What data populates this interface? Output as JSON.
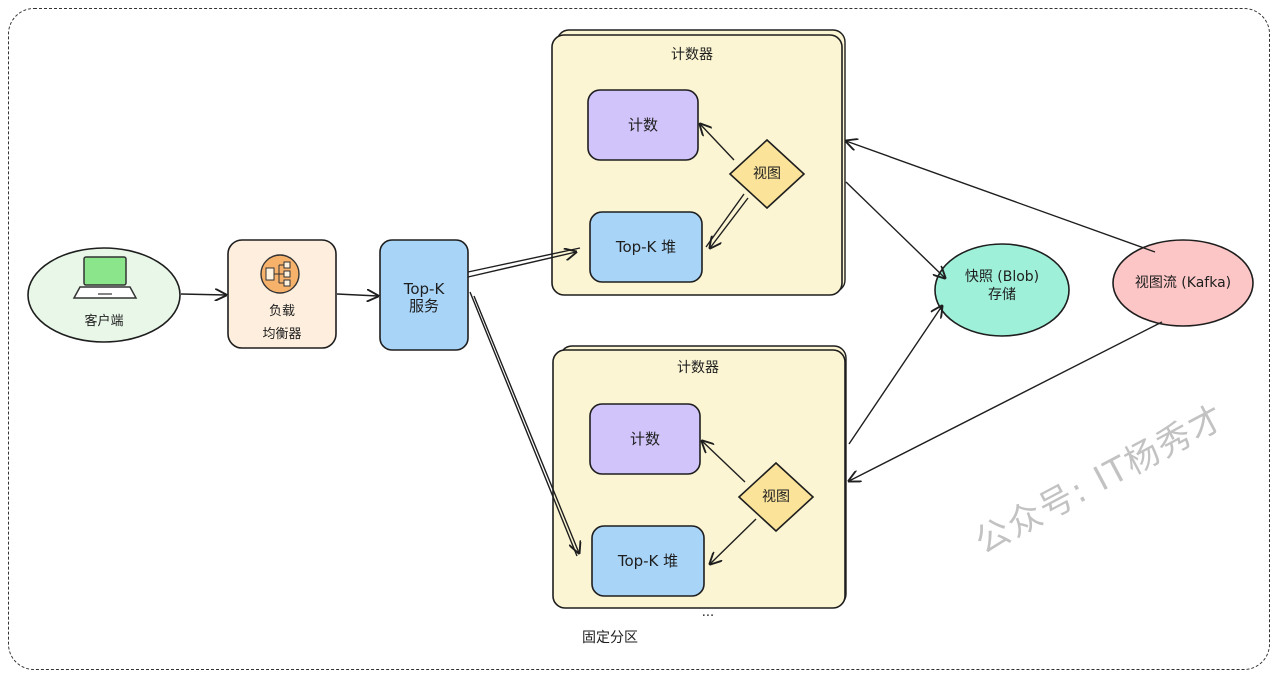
{
  "client": {
    "label": "客户端",
    "icon": "laptop-icon"
  },
  "load_balancer": {
    "label_line1": "负载",
    "label_line2": "均衡器",
    "icon": "load-balancer-icon"
  },
  "topk_service": {
    "label_line1": "Top-K",
    "label_line2": "服务"
  },
  "counter_top": {
    "title": "计数器",
    "count_label": "计数",
    "heap_label": "Top-K 堆",
    "view_label": "视图"
  },
  "counter_bottom": {
    "title": "计数器",
    "count_label": "计数",
    "heap_label": "Top-K 堆",
    "view_label": "视图"
  },
  "ellipsis": "...",
  "partition_label": "固定分区",
  "snapshot_store": {
    "label_line1": "快照 (Blob)",
    "label_line2": "存储"
  },
  "view_stream": {
    "label": "视图流 (Kafka)"
  },
  "watermark": "公众号: IT杨秀才",
  "colors": {
    "client_fill": "#e8f7e8",
    "lb_fill": "#fdeedd",
    "lb_icon": "#f6b26b",
    "service_fill": "#a8d4f8",
    "counter_fill": "#fbf5d3",
    "count_fill": "#d1c4fa",
    "heap_fill": "#a8d4f8",
    "view_fill": "#fbe49a",
    "snapshot_fill": "#9ef0d8",
    "stream_fill": "#fdc6c6"
  }
}
